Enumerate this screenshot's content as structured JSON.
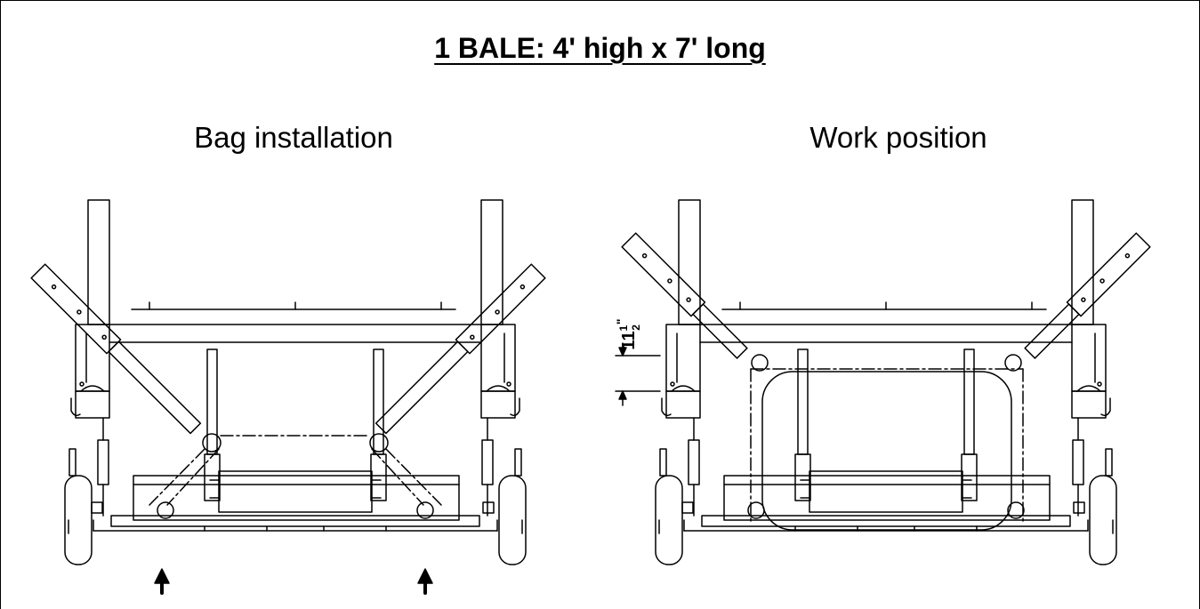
{
  "title": "1 BALE: 4' high x 7' long",
  "views": [
    {
      "label": "Bag installation"
    },
    {
      "label": "Work position"
    }
  ],
  "dimension": {
    "whole": "11",
    "numerator": "1",
    "denominator": "2",
    "unit": "\""
  },
  "colors": {
    "line": "#000000",
    "background": "#ffffff"
  }
}
